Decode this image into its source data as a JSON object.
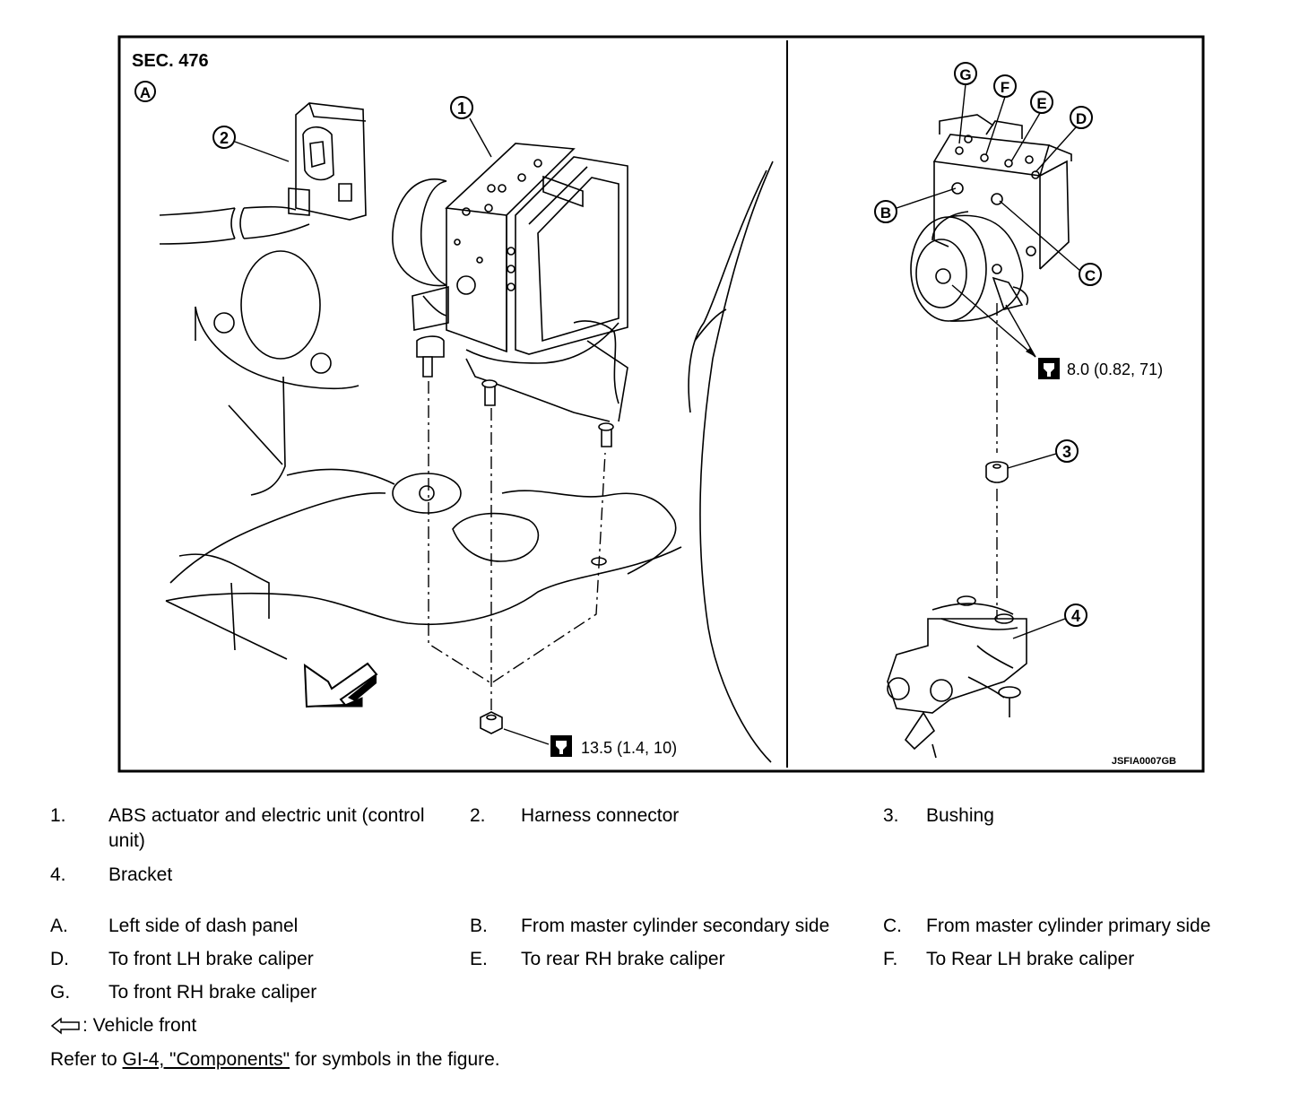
{
  "figure": {
    "section": "SEC. 476",
    "view_label": "A",
    "figure_id": "JSFIA0007GB",
    "callouts": [
      "1",
      "2",
      "3",
      "4"
    ],
    "port_letters": [
      "G",
      "F",
      "E",
      "D",
      "B",
      "C"
    ],
    "torque_left": "13.5 (1.4, 10)",
    "torque_right": "8.0 (0.82, 71)",
    "torque_icon": "torque-wrench-icon",
    "front_arrow_icon": "vehicle-front-arrow-icon"
  },
  "legend_numbers": [
    {
      "key": "1.",
      "text": "ABS actuator and electric unit (control"
    },
    {
      "key": "",
      "text": "unit)"
    },
    {
      "key": "2.",
      "text": "Harness connector"
    },
    {
      "key": "3.",
      "text": "Bushing"
    },
    {
      "key": "4.",
      "text": "Bracket"
    }
  ],
  "legend_letters": [
    {
      "key": "A.",
      "text": "Left side of dash panel"
    },
    {
      "key": "B.",
      "text": "From master cylinder secondary side"
    },
    {
      "key": "C.",
      "text": "From master cylinder primary side"
    },
    {
      "key": "D.",
      "text": "To front LH brake caliper"
    },
    {
      "key": "E.",
      "text": "To rear RH brake caliper"
    },
    {
      "key": "F.",
      "text": "To Rear LH brake caliper"
    },
    {
      "key": "G.",
      "text": "To front RH brake caliper"
    }
  ],
  "symbol_note": ": Vehicle front",
  "reference": {
    "prefix": "Refer to ",
    "link": "GI-4, \"Components\"",
    "suffix": " for symbols in the figure."
  }
}
